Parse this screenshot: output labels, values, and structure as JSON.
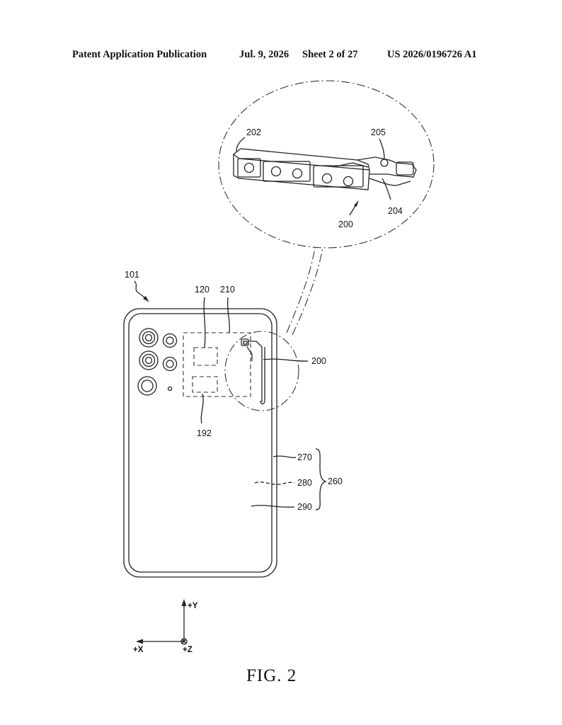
{
  "header": {
    "publication_label": "Patent Application Publication",
    "date": "Jul. 9, 2026",
    "sheet": "Sheet 2 of 27",
    "publication_number": "US 2026/0196726 A1"
  },
  "figure": {
    "caption": "FIG. 2",
    "reference_numerals": {
      "device": "101",
      "module_120": "120",
      "region_210": "210",
      "component_200": "200",
      "component_192": "192",
      "layer_270": "270",
      "layer_280": "280",
      "layer_290": "290",
      "housing_260": "260",
      "detail_202": "202",
      "detail_205": "205",
      "detail_204": "204",
      "detail_200": "200"
    },
    "axes": {
      "y": "+Y",
      "x": "+X",
      "z": "+Z"
    }
  }
}
